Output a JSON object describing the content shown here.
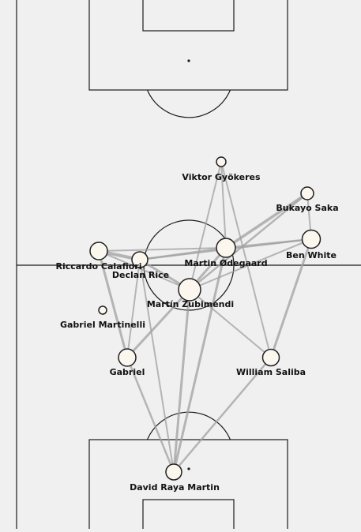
{
  "colors": {
    "background": "#f0f0f0",
    "pitch_lines": "#1a1a1a",
    "pass_line": "#a0a0a0",
    "node_fill": "#fbf6ee",
    "node_stroke": "#1f1f1f",
    "label": "#111111"
  },
  "players": [
    {
      "id": "raya",
      "name": "David Raya Martin"
    },
    {
      "id": "saliba",
      "name": "William Saliba"
    },
    {
      "id": "gabriel",
      "name": "Gabriel"
    },
    {
      "id": "martinelli",
      "name": "Gabriel Martinelli"
    },
    {
      "id": "zubimendi",
      "name": "Martín Zubimendi"
    },
    {
      "id": "calafiori",
      "name": "Riccardo Calafiori"
    },
    {
      "id": "rice",
      "name": "Declan Rice"
    },
    {
      "id": "odegaard",
      "name": "Martin Ødegaard"
    },
    {
      "id": "white",
      "name": "Ben White"
    },
    {
      "id": "saka",
      "name": "Bukayo Saka"
    },
    {
      "id": "gyokeres",
      "name": "Viktor Gyökeres"
    }
  ]
}
